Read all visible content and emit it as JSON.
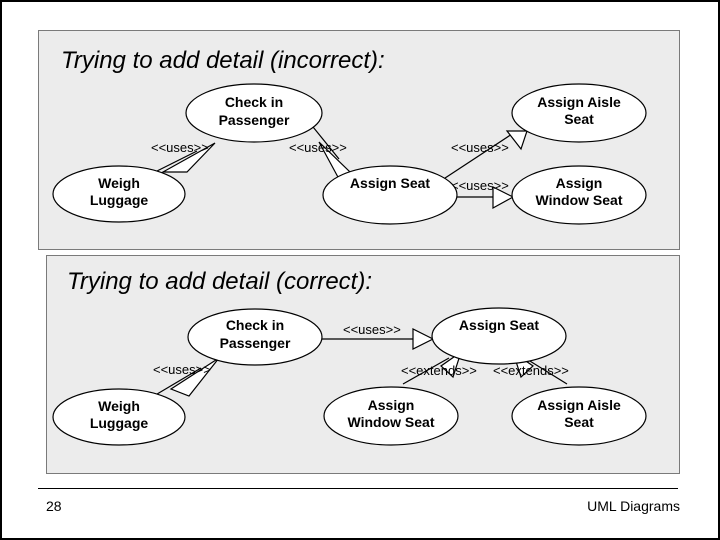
{
  "slide": {
    "page_number": "28",
    "footer_title": "UML Diagrams"
  },
  "incorrect": {
    "title": "Trying to add detail (incorrect):",
    "use_cases": {
      "check_in": [
        "Check in",
        "Passenger"
      ],
      "weigh": [
        "Weigh",
        "Luggage"
      ],
      "assign_seat": [
        "Assign Seat"
      ],
      "assign_aisle": [
        "Assign Aisle",
        "Seat"
      ],
      "assign_window": [
        "Assign",
        "Window Seat"
      ]
    },
    "labels": {
      "uses_weigh": "<<uses>>",
      "uses_assign": "<<uses>>",
      "uses_aisle": "<<uses>>",
      "uses_window": "<<uses>>"
    }
  },
  "correct": {
    "title": "Trying to add detail (correct):",
    "use_cases": {
      "check_in": [
        "Check in",
        "Passenger"
      ],
      "weigh": [
        "Weigh",
        "Luggage"
      ],
      "assign_seat": [
        "Assign Seat"
      ],
      "assign_window": [
        "Assign",
        "Window Seat"
      ],
      "assign_aisle": [
        "Assign Aisle",
        "Seat"
      ]
    },
    "labels": {
      "uses_weigh": "<<uses>>",
      "uses_assign": "<<uses>>",
      "extends_window": "<<extends>>",
      "extends_aisle": "<<extends>>"
    }
  }
}
